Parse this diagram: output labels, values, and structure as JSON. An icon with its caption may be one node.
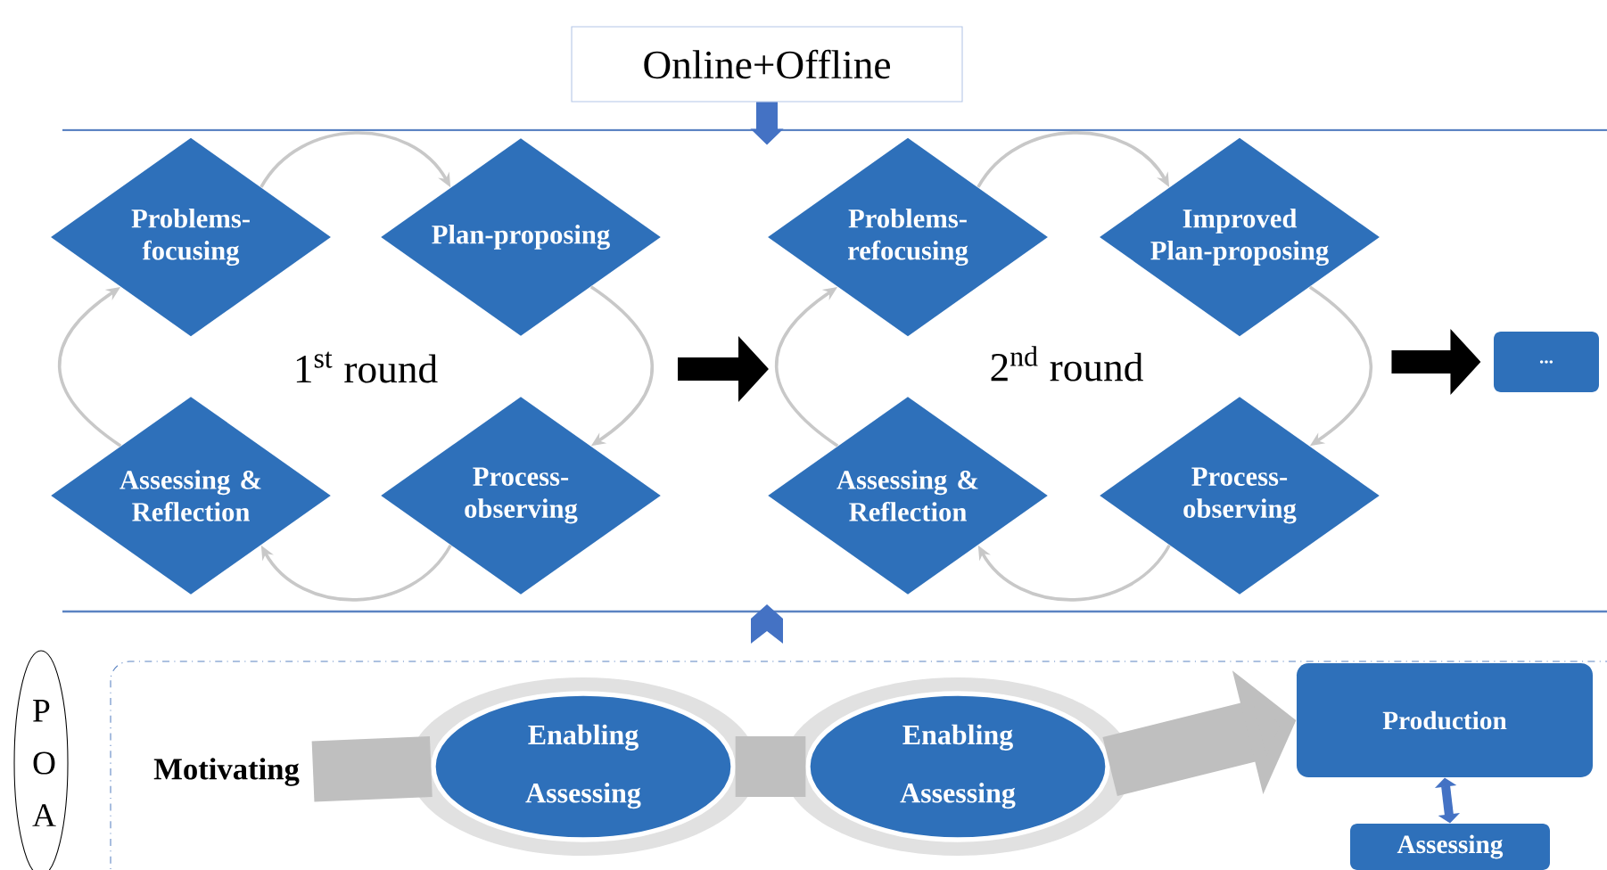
{
  "diagram": {
    "nodes": [
      {
        "text": [
          "Online+Offline"
        ]
      },
      {
        "text": [
          "Problems- focusing"
        ]
      },
      {
        "text": [
          "Plan-proposing"
        ]
      },
      {
        "text": [
          "Problems- refocusing"
        ]
      },
      {
        "text": [
          "Improved Plan-proposing"
        ]
      },
      {
        "text": [
          "..."
        ]
      },
      {
        "text": [
          "Assessing & Reflection"
        ]
      },
      {
        "text": [
          "Process- observing"
        ]
      },
      {
        "text": [
          "Assessing & Reflection"
        ]
      },
      {
        "text": [
          "Process- observing"
        ]
      },
      {
        "text": [
          "P O A"
        ]
      },
      {
        "text": [
          "Motivating"
        ]
      },
      {
        "text": [
          "Enabling",
          "Assessing"
        ]
      },
      {
        "text": [
          "Enabling",
          "Assessing"
        ]
      },
      {
        "text": [
          "Production"
        ]
      },
      {
        "text": [
          "Assessing"
        ]
      }
    ],
    "edges": [
      {
        "from": 0,
        "to": null,
        "arrow": "to",
        "style": "thick",
        "color": "#4472c4"
      },
      {
        "from": 1,
        "to": 2,
        "arrow": "to"
      },
      {
        "from": 2,
        "to": 7,
        "arrow": "to"
      },
      {
        "from": 7,
        "to": 6,
        "arrow": "to"
      },
      {
        "from": 6,
        "to": 1,
        "arrow": "to"
      },
      {
        "from": 3,
        "to": 4,
        "arrow": "to"
      },
      {
        "from": 4,
        "to": 9,
        "arrow": "to"
      },
      {
        "from": 9,
        "to": 8,
        "arrow": "to"
      },
      {
        "from": 8,
        "to": 3,
        "arrow": "to"
      },
      {
        "from": null,
        "to": 5,
        "arrow": "to",
        "style": "thick",
        "color": "#000000"
      },
      {
        "from": 11,
        "to": 12,
        "arrow": "none",
        "style": "thick",
        "color": "#bfbfbf"
      },
      {
        "from": 12,
        "to": 13,
        "arrow": "none",
        "style": "thick",
        "color": "#bfbfbf"
      },
      {
        "from": 13,
        "to": 14,
        "arrow": "to",
        "style": "thick",
        "color": "#bfbfbf"
      },
      {
        "from": 14,
        "to": 15,
        "arrow": "both",
        "style": "thick",
        "color": "#4472c4"
      }
    ],
    "labels": [
      "1$^{st}$ round",
      "2$^{nd}$ round"
    ]
  }
}
